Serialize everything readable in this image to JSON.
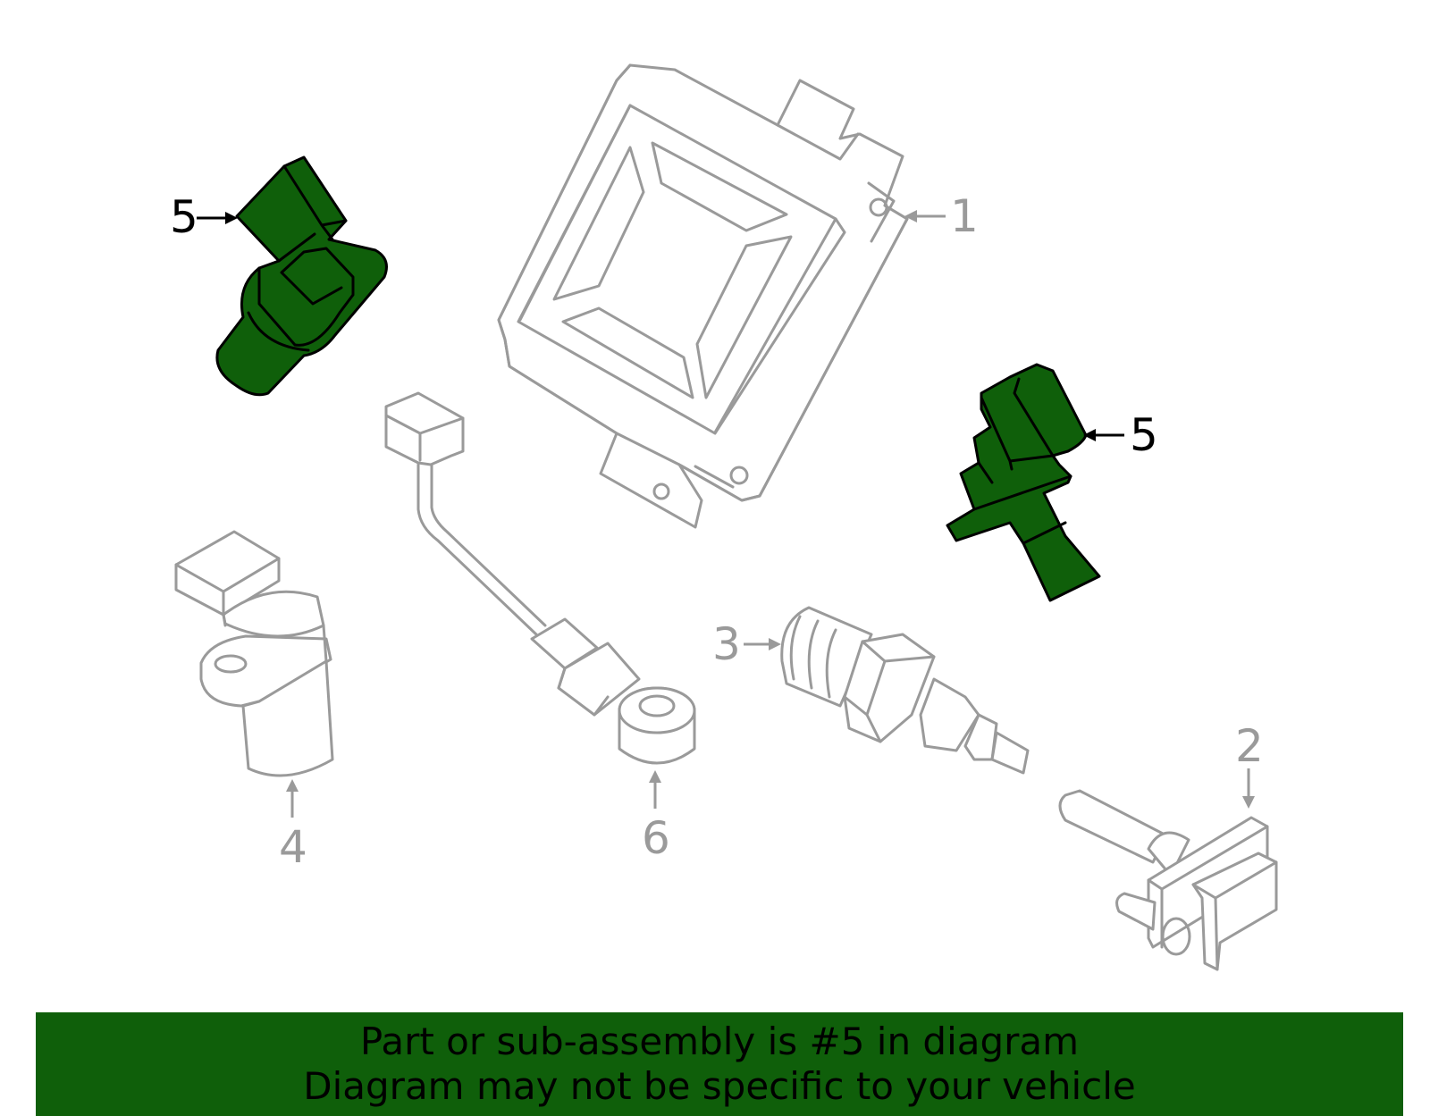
{
  "callouts": {
    "ecu": "1",
    "sensor_2": "2",
    "sensor_3": "3",
    "sensor_4": "4",
    "highlighted_left": "5",
    "highlighted_right": "5",
    "knock_sensor": "6"
  },
  "banner": {
    "line1": "Part or sub-assembly is #5 in diagram",
    "line2": "Diagram may not be specific to your vehicle"
  },
  "colors": {
    "highlight": "#0f5f0a",
    "banner": "#0f5f0a",
    "line_art": "#9a9a9a",
    "outline": "#000000"
  }
}
